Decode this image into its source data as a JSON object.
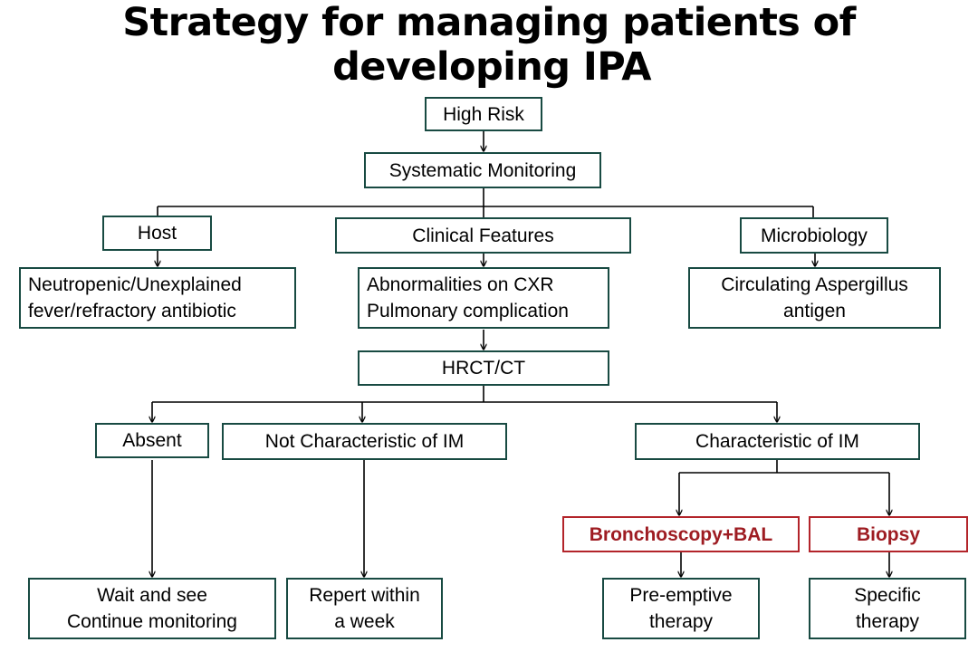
{
  "title": {
    "line1": "Strategy for managing patients of",
    "line2": "developing IPA"
  },
  "nodes": {
    "high_risk": "High Risk",
    "systematic_monitoring": "Systematic Monitoring",
    "host": "Host",
    "clinical_features": "Clinical Features",
    "microbiology": "Microbiology",
    "host_detail": {
      "line1": "Neutropenic/Unexplained",
      "line2": "fever/refractory antibiotic"
    },
    "clinical_detail": {
      "line1": "Abnormalities on CXR",
      "line2": "Pulmonary complication"
    },
    "micro_detail": {
      "line1": "Circulating Aspergillus",
      "line2": "antigen"
    },
    "hrct": "HRCT/CT",
    "absent": "Absent",
    "not_characteristic": "Not Characteristic of IM",
    "characteristic": "Characteristic of IM",
    "bronchoscopy": "Bronchoscopy+BAL",
    "biopsy": "Biopsy",
    "wait": {
      "line1": "Wait and see",
      "line2": "Continue monitoring"
    },
    "repert": {
      "line1": "Repert within",
      "line2": "a week"
    },
    "preemptive": {
      "line1": "Pre-emptive",
      "line2": "therapy"
    },
    "specific": {
      "line1": "Specific",
      "line2": "therapy"
    }
  },
  "colors": {
    "box_border": "#184a42",
    "highlight_border": "#b3242a",
    "highlight_text": "#9e1c22"
  }
}
